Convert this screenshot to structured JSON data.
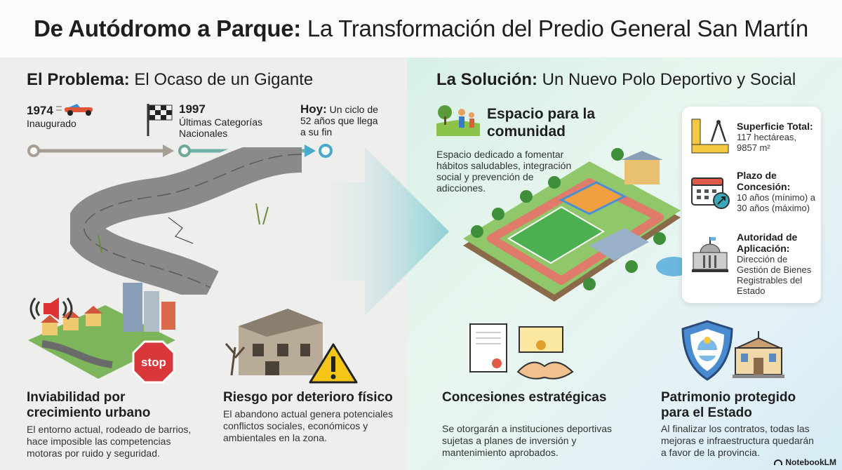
{
  "title": {
    "bold": "De Autódromo a Parque:",
    "rest": "La Transformación del Predio General San Martín"
  },
  "problem": {
    "heading_bold": "El Problema:",
    "heading_rest": "El Ocaso de un Gigante",
    "timeline": [
      {
        "year": "1974",
        "text": "Inaugurado",
        "icon": "race-car-icon"
      },
      {
        "year": "1997",
        "text": "Últimas Categorías Nacionales",
        "icon": "checkered-flag-icon"
      },
      {
        "year": "Hoy:",
        "text": "Un ciclo de 52 años que llega a su fin"
      }
    ],
    "cards": [
      {
        "title": "Inviabilidad por crecimiento urbano",
        "text": "El entorno actual, rodeado de barrios, hace imposible las competencias motoras por ruido y seguridad.",
        "sign": "stop"
      },
      {
        "title": "Riesgo por deterioro físico",
        "text": "El abandono actual genera potenciales conflictos sociales, económicos y ambientales en la zona."
      }
    ]
  },
  "solution": {
    "heading_bold": "La Solución:",
    "heading_rest": "Un Nuevo Polo Deportivo y Social",
    "community": {
      "title": "Espacio para la comunidad",
      "text": "Espacio dedicado a fomentar hábitos saludables, integración social y prevención de adicciones."
    },
    "facts": [
      {
        "label": "Superficie Total:",
        "value": "117 hectáreas, 9857 m²",
        "icon": "ruler-compass-icon"
      },
      {
        "label": "Plazo de Concesión:",
        "value": "10 años (mínimo) a 30 años (máximo)",
        "icon": "calendar-icon"
      },
      {
        "label": "Autoridad de Aplicación:",
        "value": "Dirección de Gestión de Bienes Registrables del Estado",
        "icon": "government-building-icon"
      }
    ],
    "cards": [
      {
        "title": "Concesiones estratégicas",
        "text": "Se otorgarán a instituciones deportivas sujetas a planes de inversión y mantenimiento aprobados."
      },
      {
        "title": "Patrimonio protegido para el Estado",
        "text": "Al finalizar los contratos, todas las mejoras e infraestructura quedarán a favor de la provincia."
      }
    ]
  },
  "branding": "NotebookLM",
  "colors": {
    "timeline_past": "#a89f94",
    "timeline_mid": "#6fa894",
    "timeline_now": "#4aa8c8",
    "accent_arrow": "#7cc6d0"
  }
}
